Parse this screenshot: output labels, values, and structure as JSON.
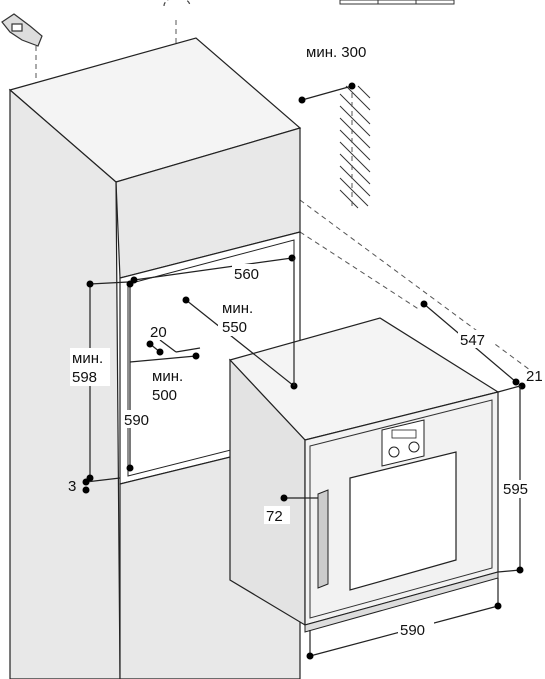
{
  "dimensions": {
    "min_300": "мин. 300",
    "w_560": "560",
    "min_550_a": "мин.",
    "min_550_b": "550",
    "d_20": "20",
    "min_500_a": "мин.",
    "min_500_b": "500",
    "min_598_a": "мин.",
    "min_598_b": "598",
    "h_590": "590",
    "g_3": "3",
    "d_547": "547",
    "d_21": "21",
    "h_595": "595",
    "d_72": "72",
    "w_590": "590"
  },
  "colors": {
    "cabinet_fill": "#e8e8e8",
    "cabinet_top": "#f4f4f4",
    "oven_side": "#e3e3e3",
    "oven_front": "#f2f2f2",
    "line": "#222222",
    "hatch": "#333333"
  },
  "icons": {
    "hanger": "wall-hanger-icon",
    "axis": "vertical-axis-icon"
  }
}
